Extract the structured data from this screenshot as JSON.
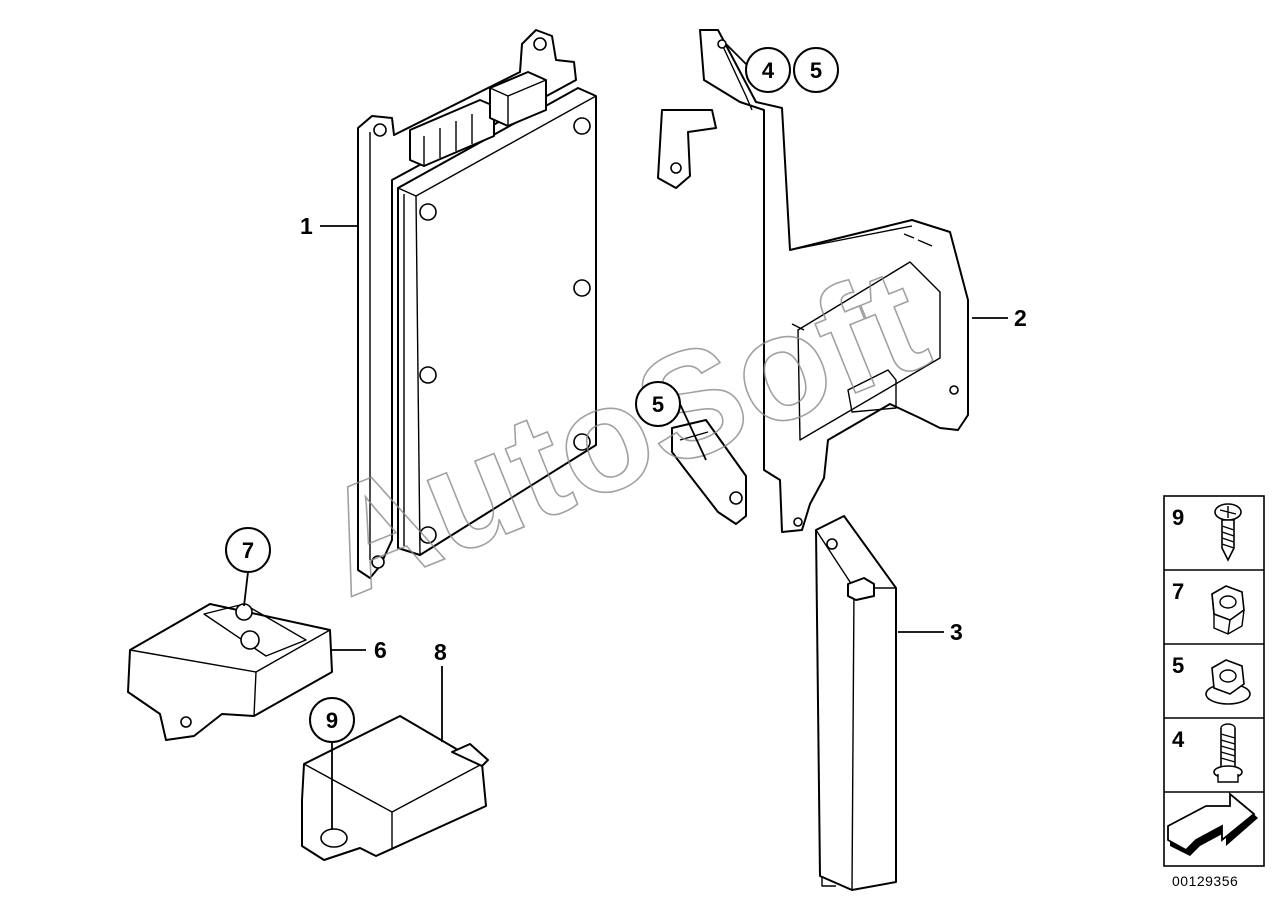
{
  "diagram": {
    "document_number": "00129356",
    "watermark": "AutoSoft",
    "part_labels": [
      {
        "id": "p1",
        "number": "1"
      },
      {
        "id": "p2",
        "number": "2"
      },
      {
        "id": "p3",
        "number": "3"
      },
      {
        "id": "p6",
        "number": "6"
      },
      {
        "id": "p8",
        "number": "8"
      }
    ],
    "callouts": [
      {
        "id": "c4",
        "number": "4"
      },
      {
        "id": "c5a",
        "number": "5"
      },
      {
        "id": "c5b",
        "number": "5"
      },
      {
        "id": "c7",
        "number": "7"
      },
      {
        "id": "c9",
        "number": "9"
      }
    ],
    "legend": [
      {
        "number": "9",
        "icon": "screw-icon"
      },
      {
        "number": "7",
        "icon": "hex-nut-icon"
      },
      {
        "number": "5",
        "icon": "flange-nut-icon"
      },
      {
        "number": "4",
        "icon": "stud-bolt-icon"
      }
    ]
  }
}
